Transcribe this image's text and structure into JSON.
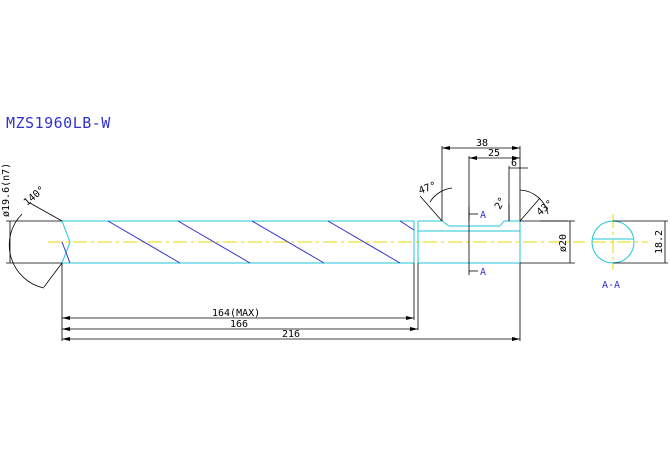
{
  "drawing": {
    "title": "MZS1960LB-W",
    "colors": {
      "outline": "#22c6d8",
      "dimension": "#000000",
      "flute": "#3333cc",
      "centerline": "#e8d800",
      "label": "#3333cc"
    },
    "dimensions": {
      "overall_length": "216",
      "flute_length": "166",
      "flute_length_max": "164(MAX)",
      "shank_top": "38",
      "shank_mid": "25",
      "shank_small": "6",
      "body_diameter": "ø19.6(n7)",
      "shank_diameter": "ø20",
      "section_height": "18.2"
    },
    "angles": {
      "point_angle": "140°",
      "angle_a": "47°",
      "angle_b": "2°",
      "angle_c": "43°"
    },
    "section": {
      "marker_top": "A",
      "marker_bottom": "A",
      "label": "A-A"
    }
  }
}
